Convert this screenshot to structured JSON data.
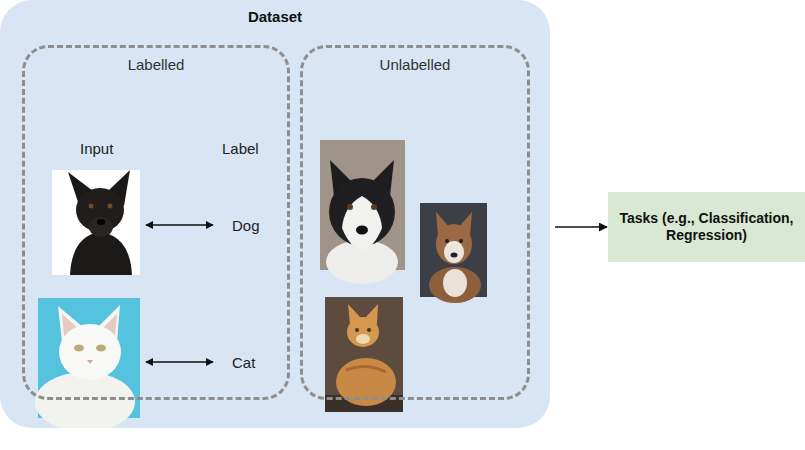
{
  "diagram": {
    "nodes": [
      {
        "text": [
          "Dataset"
        ]
      },
      {
        "text": [
          "Labelled"
        ],
        "in": 0
      },
      {
        "text": [
          "Unlabelled"
        ],
        "in": 0
      },
      {
        "text": [
          "Tasks (e.g., Classification, Regression)"
        ]
      }
    ],
    "edges": [
      {
        "from": 0,
        "to": 3,
        "arrow": "to"
      }
    ],
    "labels": [
      "Input",
      "Label",
      "Dog",
      "Cat"
    ]
  }
}
